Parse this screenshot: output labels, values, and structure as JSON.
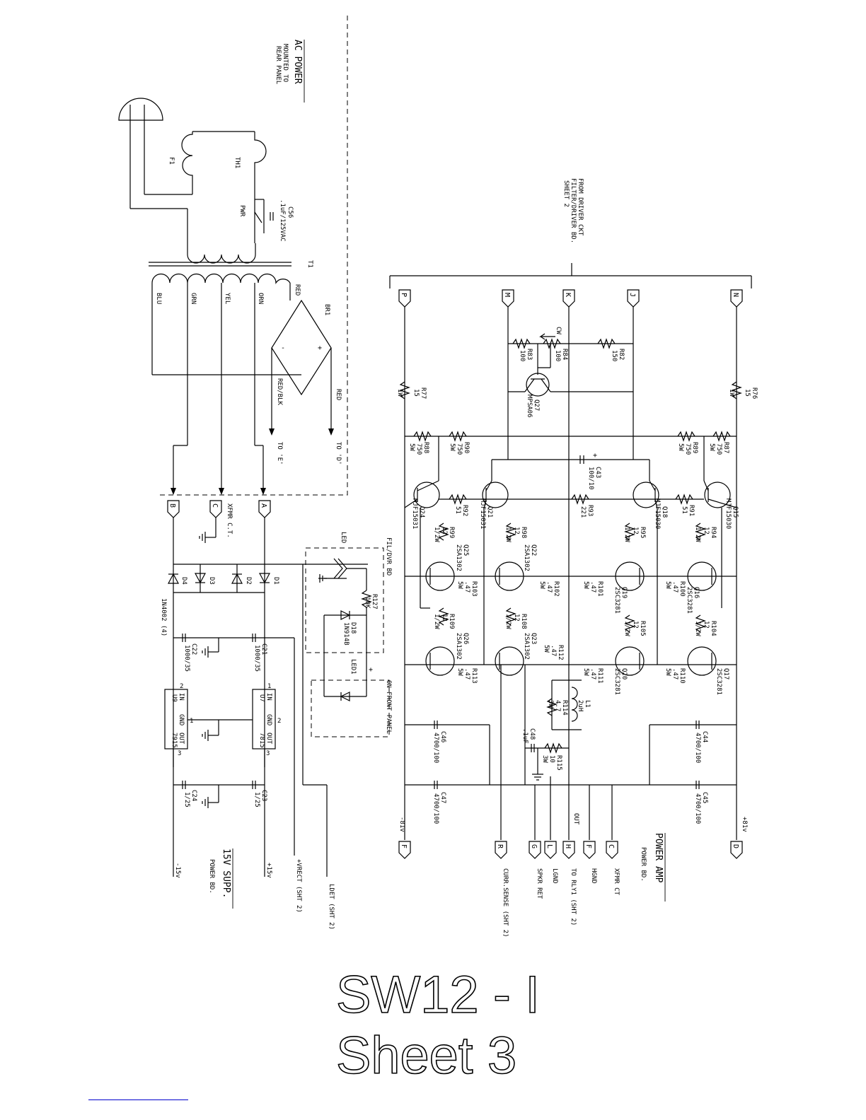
{
  "title": {
    "line1": "SW12 - I",
    "line2": "Sheet 3"
  },
  "sections": {
    "ac_power": {
      "title": "AC POWER",
      "note1": "MOUNTED TO",
      "note2": "REAR PANEL"
    },
    "driver_from": {
      "l1": "FROM DRIVER CKT",
      "l2": "FILTER/DRIVER BD.",
      "l3": "SHEET 2"
    },
    "supply": {
      "title": "15V SUPP.",
      "sub": "POWER BD."
    },
    "power_amp": {
      "title": "POWER AMP",
      "sub": "POWER BD."
    },
    "led_box": {
      "top": "FIL/DVR BD",
      "bottom": "ON FRONT PANEL"
    }
  },
  "wires": {
    "blu": "BLU",
    "grn": "GRN",
    "yel": "YEL",
    "orn": "ORN",
    "red": "RED",
    "redblk": "RED/BLK",
    "red2": "RED",
    "to_e": "TO 'E'",
    "to_d": "TO 'D'"
  },
  "components": {
    "f1": "F1",
    "th1": "TH1",
    "pwr": "PWR",
    "c56": "C56",
    "c56v": ".1uF/125VAC",
    "t1": "T1",
    "br1": "BR1",
    "xfmr_ct": "XFMR C.T.",
    "diodes": "1N4002 (4)",
    "d1": "D1",
    "d2": "D2",
    "d3": "D3",
    "d4": "D4",
    "c21": "C21",
    "c21v": "1000/35",
    "c22": "C22",
    "c22v": "1000/35",
    "u7": "U7",
    "u7v": "7815",
    "u9": "U9",
    "u9v": "7915",
    "c23": "C23",
    "c23v": "1/25",
    "c24": "C24",
    "c24v": "1/25",
    "led": "LED",
    "r127": "R127",
    "r127v": "10K",
    "d18": "D18",
    "d18v": "1N914B",
    "led1": "LED1",
    "r77": "R77",
    "r77v": "15",
    "r77w": "1W",
    "r76": "R76",
    "r76v": "15",
    "r76w": "1W",
    "r83": "R83",
    "r83v": "100",
    "r84": "R84",
    "r84v": "100",
    "cw": "CW",
    "r82": "R82",
    "r82v": "150",
    "q27": "Q27",
    "q27v": "MPSA06",
    "r88": "R88",
    "r88v": "750",
    "r88w": "5W",
    "r90": "R90",
    "r90v": "750",
    "r90w": "5W",
    "r89": "R89",
    "r89v": "750",
    "r89w": "5W",
    "r87": "R87",
    "r87v": "750",
    "r87w": "5W",
    "c43": "C43",
    "c43v": "100/10",
    "q24": "Q24",
    "q24v": "MJF15031",
    "q21": "Q21",
    "q21v": "MJF15031",
    "q18": "Q18",
    "q18v": "MJF15030",
    "q15": "Q15",
    "q15v": "MJF15030",
    "r92": "R92",
    "r92v": "51",
    "r93": "R93",
    "r93v": "221",
    "r91": "R91",
    "r91v": "51",
    "r99": "R99",
    "r98": "R98",
    "r95": "R95",
    "r94": "R94",
    "r12": "12",
    "r12w": "1/2W",
    "q25": "Q25",
    "q25v": "2SA1302",
    "q22": "Q22",
    "q22v": "2SA1302",
    "q19": "Q19",
    "q19v": "2SC3281",
    "q16": "Q16",
    "q16v": "2SC3281",
    "r103": "R103",
    "r102": "R102",
    "r101": "R101",
    "r100": "R100",
    "r47": ".47",
    "r5w": "5W",
    "r109": "R109",
    "r108": "R108",
    "r105": "R105",
    "r104": "R104",
    "q26": "Q26",
    "q26v": "2SA1302",
    "q23": "Q23",
    "q23v": "2SA1302",
    "q20": "Q20",
    "q20v": "2SC3281",
    "q17": "Q17",
    "q17v": "2SC3281",
    "r113": "R113",
    "r112": "R112",
    "r111": "R111",
    "r110": "R110",
    "r114": "R114",
    "r114v": "4.7",
    "r114w": "3W",
    "l1": "L1",
    "l1v": "2uH",
    "c48": "C48",
    "c48v": ".1uF",
    "r115": "R115",
    "r115v": "10",
    "r115w": "3W",
    "c46": "C46",
    "c46v": "4700/100",
    "c47": "C47",
    "c47v": "4700/100",
    "c44": "C44",
    "c44v": "4700/100",
    "c45": "C45",
    "c45v": "4700/100",
    "neg81": "-81v",
    "pos81": "+81v",
    "out": "OUT"
  },
  "connectors": {
    "top": [
      "P",
      "M",
      "K",
      "J",
      "N"
    ],
    "left": [
      "B",
      "C",
      "A"
    ],
    "bottom": [
      "F",
      "R",
      "G",
      "L",
      "H",
      "F",
      "C",
      "D"
    ]
  },
  "bottom_labels": {
    "m15": "-15v",
    "p15": "+15v",
    "vrect": "+VRECT (SHT 2)",
    "ldet": "LDET (SHT 2)",
    "cursense": "CURR.SENSE (SHT 2)",
    "spkr": "SPKR RET",
    "lgnd": "LGND",
    "relay": "TO RLY1 (SHT 2)",
    "hgnd": "HGND",
    "xfmrct": "XFMR CT"
  },
  "pin": {
    "in": "IN",
    "gnd": "GND",
    "out": "OUT",
    "p1": "1",
    "p2": "2",
    "p3": "3",
    "plus": "+",
    "minus": "-"
  }
}
